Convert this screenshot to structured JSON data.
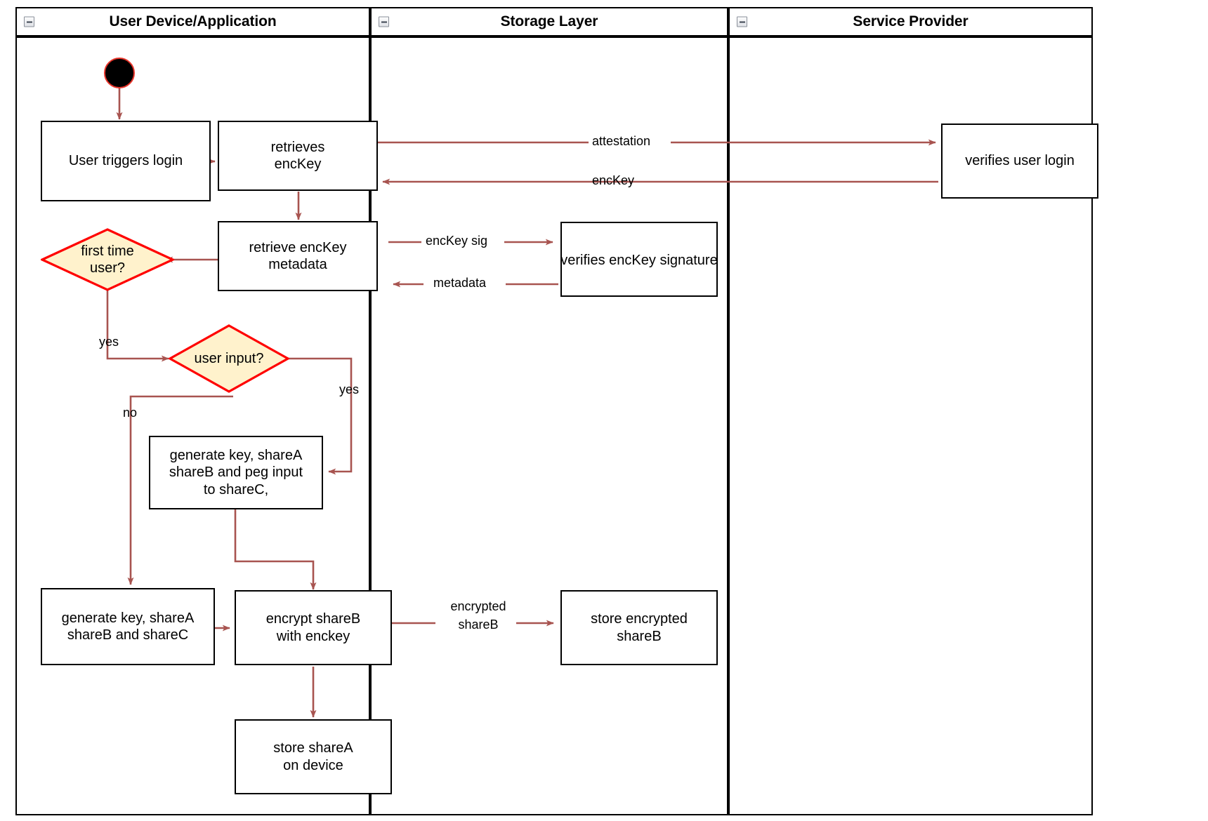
{
  "diagram": {
    "type": "uml-activity-swimlane",
    "title": "Login / key-share provisioning flow",
    "colors": {
      "edge": "#a85450",
      "decision_fill": "#fff2cc",
      "decision_stroke": "#ff0000",
      "node_stroke": "#000000",
      "node_fill": "#ffffff",
      "start_fill": "#000000",
      "start_stroke": "#e8342a",
      "lane_stroke": "#000000",
      "background": "#ffffff"
    }
  },
  "lanes": [
    {
      "id": "user-device",
      "title": "User Device/Application",
      "collapse_icon": "minus-box-icon"
    },
    {
      "id": "storage-layer",
      "title": "Storage Layer",
      "collapse_icon": "minus-box-icon"
    },
    {
      "id": "service-provider",
      "title": "Service Provider",
      "collapse_icon": "minus-box-icon"
    }
  ],
  "nodes": {
    "start": {
      "shape": "initial-node",
      "label": ""
    },
    "user_triggers_login": {
      "shape": "action",
      "label": "User triggers login",
      "lines": [
        "User triggers login"
      ]
    },
    "retrieves_enckey": {
      "shape": "action",
      "label": "retrieves encKey",
      "lines": [
        "retrieves",
        "encKey"
      ]
    },
    "retrieve_enckey_metadata": {
      "shape": "action",
      "label": "retrieve encKey metadata",
      "lines": [
        "retrieve encKey",
        "metadata"
      ]
    },
    "first_time_user": {
      "shape": "decision",
      "label": "first time user?",
      "lines": [
        "first time",
        "user?"
      ]
    },
    "user_input": {
      "shape": "decision",
      "label": "user input?",
      "lines": [
        "user input?"
      ]
    },
    "generate_peg": {
      "shape": "action",
      "label": "generate key, shareA shareB and peg input to shareC,",
      "lines": [
        "generate key, shareA",
        "shareB and peg input",
        "to shareC,"
      ]
    },
    "generate_shares": {
      "shape": "action",
      "label": "generate key, shareA shareB and shareC",
      "lines": [
        "generate key, shareA",
        "shareB and shareC"
      ]
    },
    "encrypt_shareb": {
      "shape": "action",
      "label": "encrypt shareB with enckey",
      "lines": [
        "encrypt shareB",
        "with enckey"
      ]
    },
    "store_sharea": {
      "shape": "action",
      "label": "store shareA on device",
      "lines": [
        "store shareA",
        "on device"
      ]
    },
    "verifies_enckey_signature": {
      "shape": "action",
      "label": "verifies encKey signature",
      "lines": [
        "verifies encKey signature"
      ]
    },
    "store_encrypted_shareb": {
      "shape": "action",
      "label": "store encrypted shareB",
      "lines": [
        "store encrypted",
        "shareB"
      ]
    },
    "verifies_user_login": {
      "shape": "action",
      "label": "verifies user login",
      "lines": [
        "verifies user login"
      ]
    }
  },
  "edge_labels": {
    "attestation": "attestation",
    "enckey": "encKey",
    "enckey_sig": "encKey sig",
    "metadata": "metadata",
    "yes_first_time": "yes",
    "yes_user_input": "yes",
    "no_user_input": "no",
    "encrypted_shareb_line1": "encrypted",
    "encrypted_shareb_line2": "shareB"
  },
  "edges": [
    {
      "from": "start",
      "to": "user_triggers_login",
      "label": ""
    },
    {
      "from": "user_triggers_login",
      "to": "retrieves_enckey",
      "label": ""
    },
    {
      "from": "retrieves_enckey",
      "to": "verifies_user_login",
      "label": "attestation"
    },
    {
      "from": "verifies_user_login",
      "to": "retrieves_enckey",
      "label": "encKey"
    },
    {
      "from": "retrieves_enckey",
      "to": "retrieve_enckey_metadata",
      "label": ""
    },
    {
      "from": "retrieve_enckey_metadata",
      "to": "verifies_enckey_signature",
      "label": "encKey sig"
    },
    {
      "from": "verifies_enckey_signature",
      "to": "retrieve_enckey_metadata",
      "label": "metadata"
    },
    {
      "from": "retrieve_enckey_metadata",
      "to": "first_time_user",
      "label": ""
    },
    {
      "from": "first_time_user",
      "to": "user_input",
      "label": "yes"
    },
    {
      "from": "user_input",
      "to": "generate_peg",
      "label": "yes"
    },
    {
      "from": "user_input",
      "to": "generate_shares",
      "label": "no"
    },
    {
      "from": "generate_peg",
      "to": "encrypt_shareb",
      "label": ""
    },
    {
      "from": "generate_shares",
      "to": "encrypt_shareb",
      "label": ""
    },
    {
      "from": "encrypt_shareb",
      "to": "store_encrypted_shareb",
      "label": "encrypted shareB"
    },
    {
      "from": "encrypt_shareb",
      "to": "store_sharea",
      "label": ""
    }
  ]
}
